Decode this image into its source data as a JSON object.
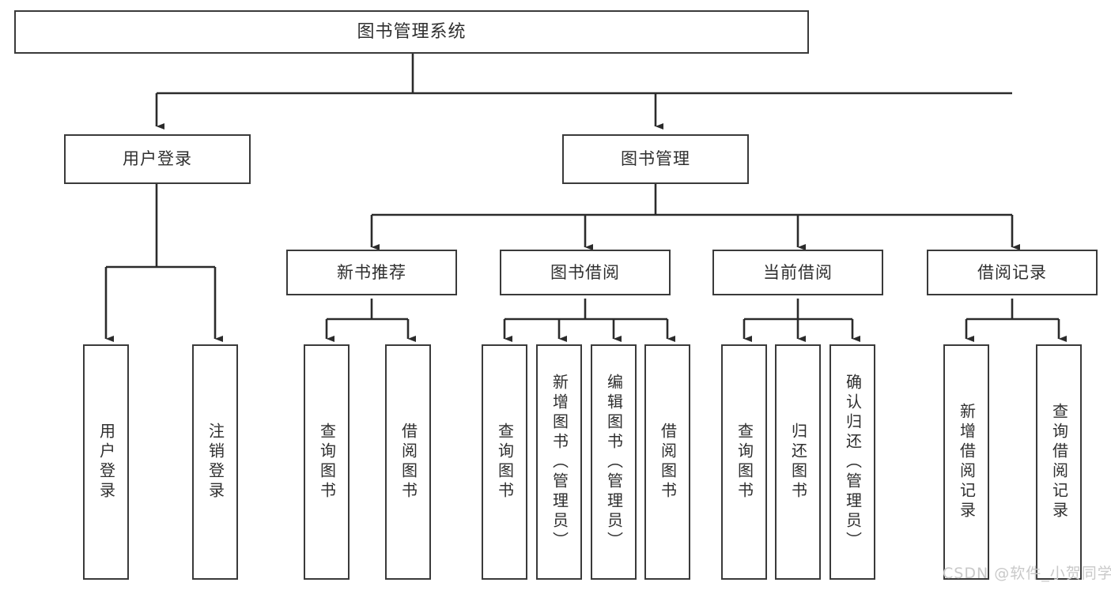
{
  "diagram": {
    "title": "图书管理系统",
    "watermark": "CSDN @软件_小贺同学",
    "colors": {
      "box_border": "#3a3a3a",
      "box_fill": "#ffffff",
      "line": "#2b2b2b",
      "text": "#2f2f2f",
      "watermark": "#c9c9c9",
      "background": "#ffffff"
    },
    "root": {
      "label": "图书管理系统"
    },
    "level2": [
      {
        "label": "用户登录"
      },
      {
        "label": "图书管理"
      }
    ],
    "level3": [
      {
        "label": "新书推荐"
      },
      {
        "label": "图书借阅"
      },
      {
        "label": "当前借阅"
      },
      {
        "label": "借阅记录"
      }
    ],
    "leaves": {
      "user_login": [
        {
          "label": "用户登录"
        },
        {
          "label": "注销登录"
        }
      ],
      "new_book_recommend": [
        {
          "label": "查询图书"
        },
        {
          "label": "借阅图书"
        }
      ],
      "book_borrow": [
        {
          "label": "查询图书"
        },
        {
          "label": "新增图书（管理员）"
        },
        {
          "label": "编辑图书（管理员）"
        },
        {
          "label": "借阅图书"
        }
      ],
      "current_borrow": [
        {
          "label": "查询图书"
        },
        {
          "label": "归还图书"
        },
        {
          "label": "确认归还（管理员）"
        }
      ],
      "borrow_record": [
        {
          "label": "新增借阅记录"
        },
        {
          "label": "查询借阅记录"
        }
      ]
    }
  }
}
